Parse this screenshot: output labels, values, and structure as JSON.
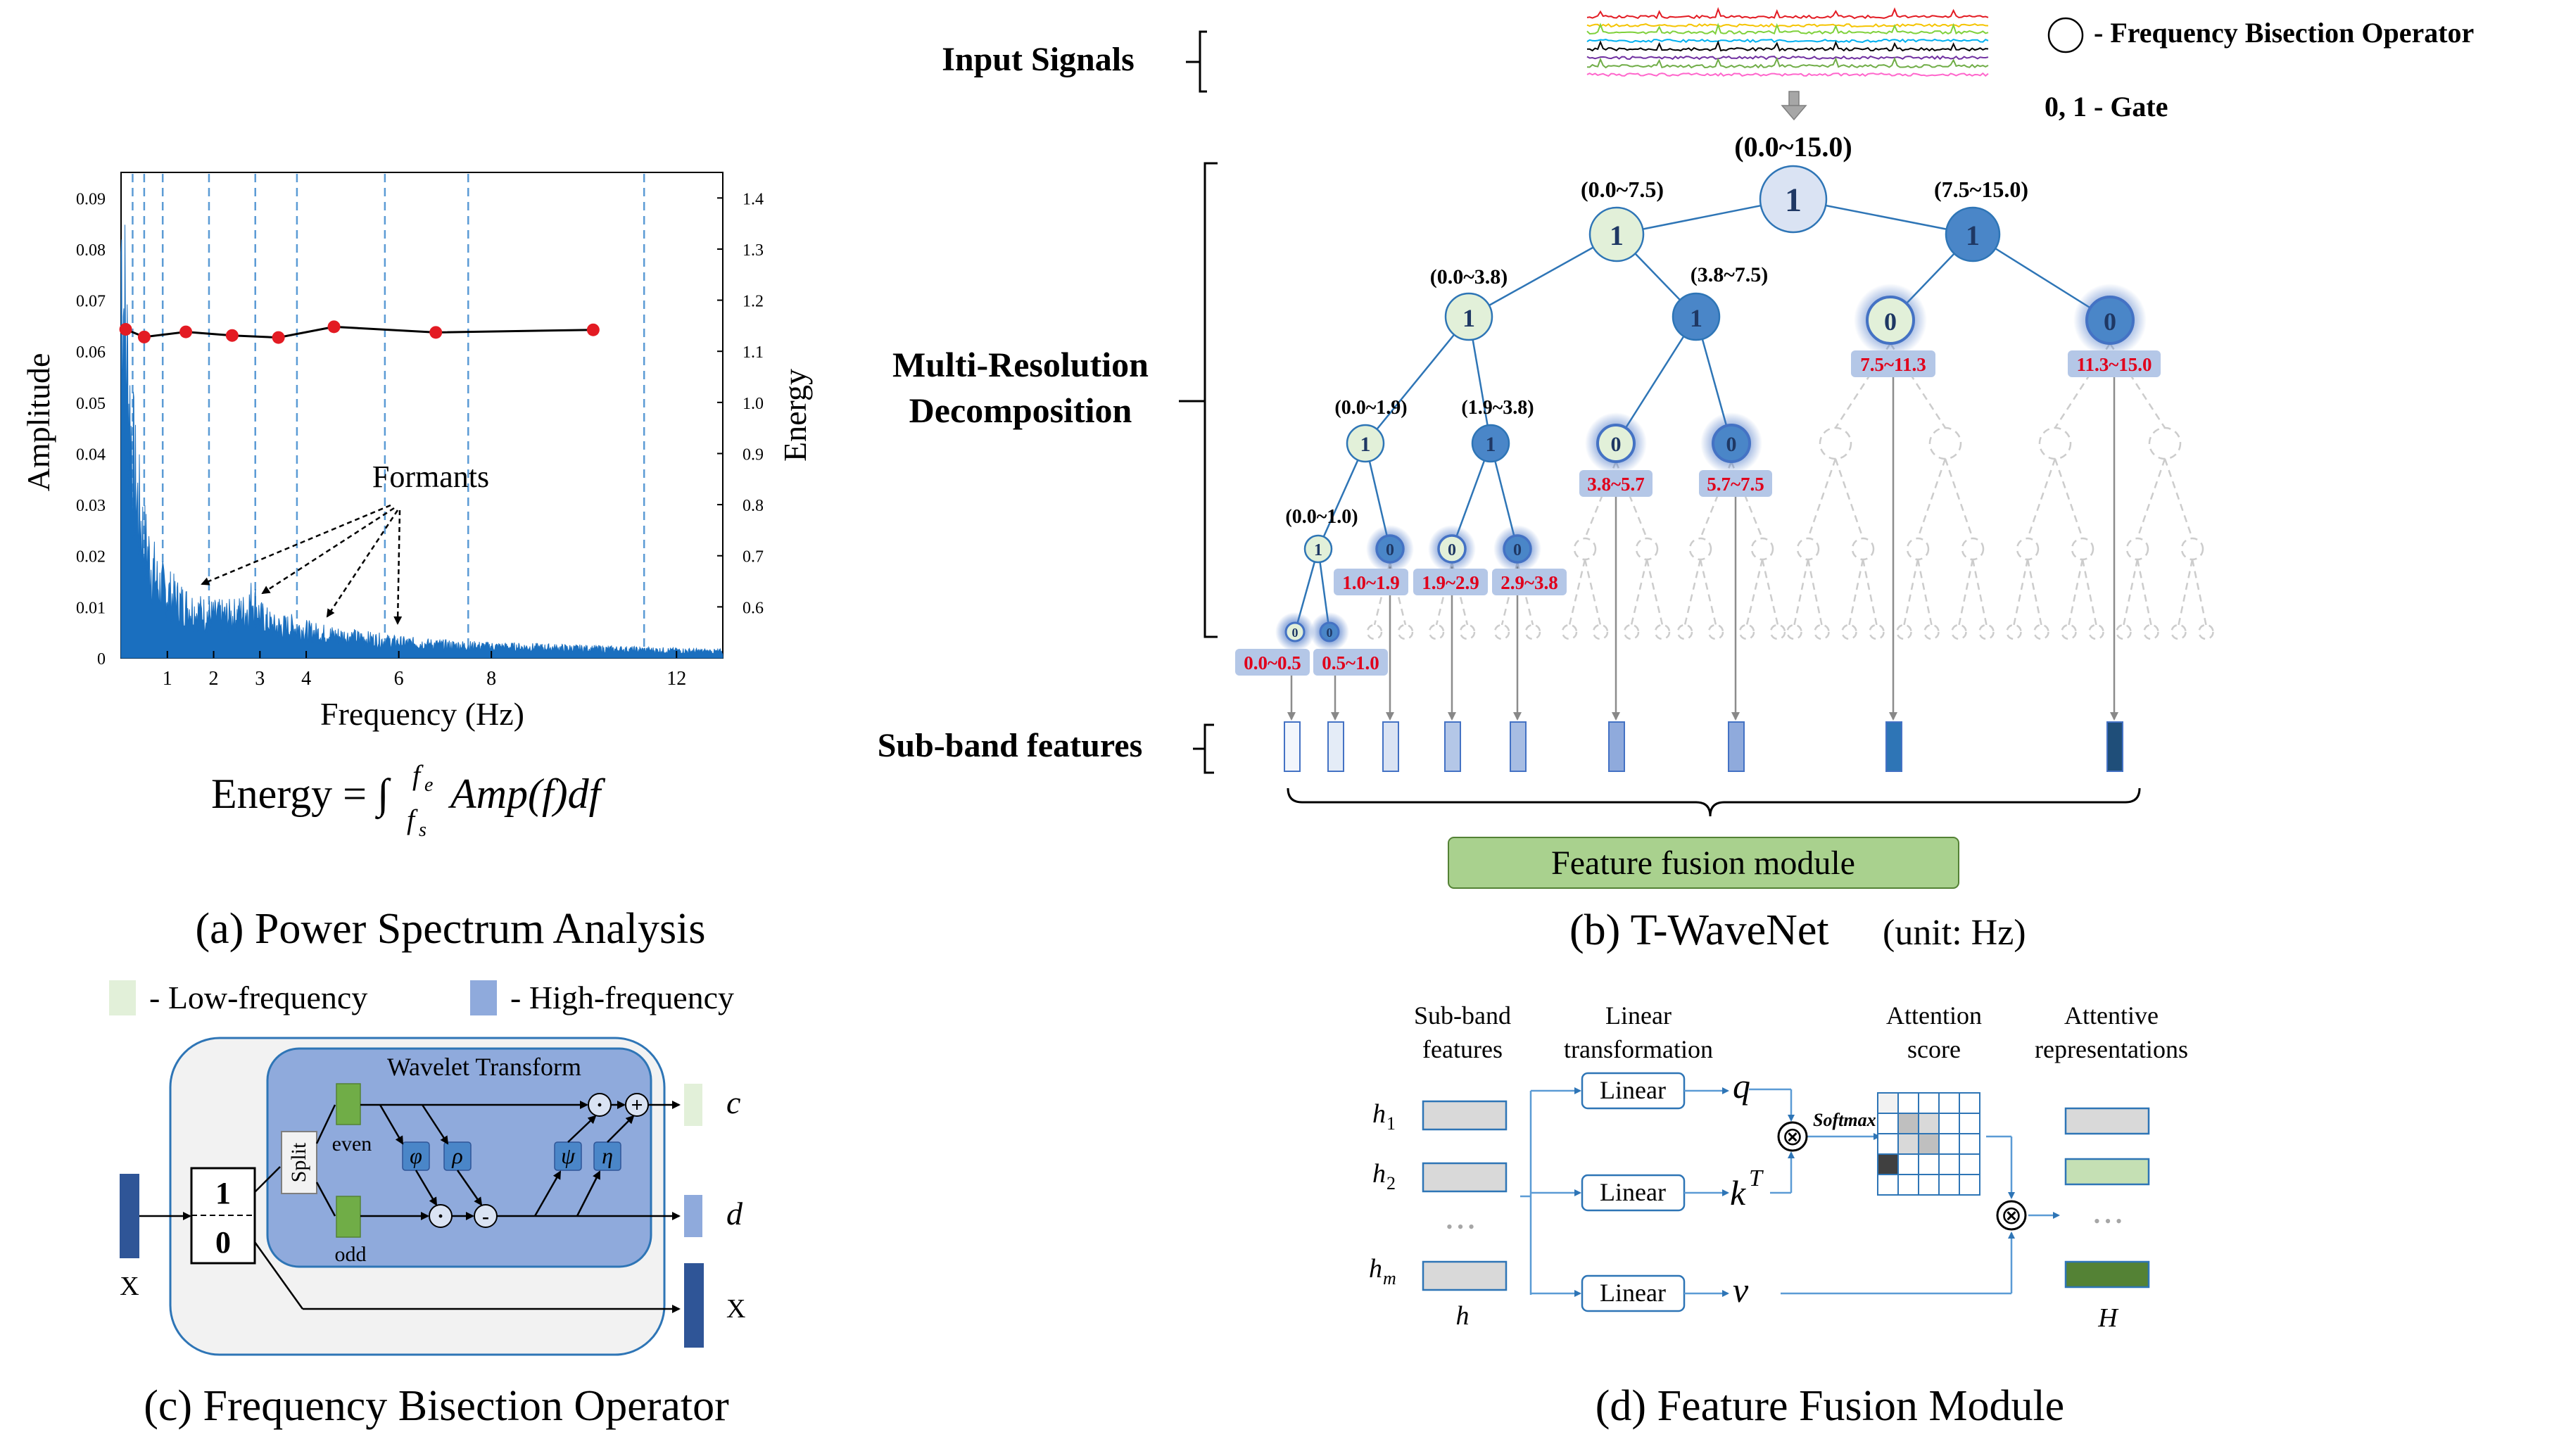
{
  "colors": {
    "spectrum_fill": "#1a6fbf",
    "energy_marker": "#e31b23",
    "low_frequency": "#e2f0d9",
    "high_frequency": "#8faadc",
    "tree_line": "#2e75b6",
    "band_label_bg": "#b4c7e7",
    "band_label_text": "#e0001b",
    "fusion_module": "#a9d18e",
    "wavelet_box": "#8faadc",
    "operator_outer": "#f2f2f2",
    "dark_blue": "#2f5597",
    "light_green": "#c5e0b4",
    "dark_green": "#548235"
  },
  "panel_a": {
    "caption": "(a) Power Spectrum Analysis",
    "formula": "Energy = ∫",
    "formula_upper": "f",
    "formula_upper_sub": "e",
    "formula_lower": "f",
    "formula_lower_sub": "s",
    "formula_integrand": "Amp(f)df",
    "annotation": "Formants",
    "chart_data": {
      "type": "line",
      "xlabel": "Frequency (Hz)",
      "ylabel": "Amplitude",
      "y2label": "Energy",
      "x_ticks": [
        "1",
        "2",
        "3",
        "4",
        "6",
        "8",
        "12"
      ],
      "y_ticks": [
        "0",
        "0.01",
        "0.02",
        "0.03",
        "0.04",
        "0.05",
        "0.06",
        "0.07",
        "0.08",
        "0.09"
      ],
      "y2_ticks": [
        "0.6",
        "0.7",
        "0.8",
        "0.9",
        "1.0",
        "1.1",
        "1.2",
        "1.3",
        "1.4"
      ],
      "xlim": [
        0,
        13
      ],
      "ylim": [
        0,
        0.095
      ],
      "y2lim": [
        0.5,
        1.45
      ],
      "band_edges_hz": [
        0.25,
        0.5,
        0.9,
        1.9,
        2.9,
        3.8,
        5.7,
        7.5,
        11.3
      ],
      "energy_series": {
        "x": [
          0.1,
          0.5,
          1.4,
          2.4,
          3.4,
          4.6,
          6.8,
          10.2
        ],
        "y": [
          1.143,
          1.128,
          1.138,
          1.131,
          1.127,
          1.148,
          1.137,
          1.142
        ]
      },
      "spectrum_envelope": {
        "x": [
          0.0,
          0.1,
          0.2,
          0.3,
          0.5,
          0.8,
          1.2,
          1.6,
          2.0,
          2.4,
          2.7,
          2.85,
          3.0,
          3.3,
          3.7,
          4.1,
          4.5,
          5.0,
          5.5,
          6.0,
          7.0,
          8.0,
          9.0,
          10.0,
          11.0,
          12.0,
          13.0
        ],
        "y": [
          0.08,
          0.06,
          0.045,
          0.033,
          0.022,
          0.014,
          0.011,
          0.009,
          0.008,
          0.008,
          0.009,
          0.0115,
          0.008,
          0.006,
          0.006,
          0.005,
          0.0045,
          0.004,
          0.0035,
          0.003,
          0.0025,
          0.0022,
          0.002,
          0.0018,
          0.0016,
          0.0014,
          0.0012
        ]
      },
      "formant_peaks_hz": [
        1.2,
        2.85,
        4.0,
        5.6
      ]
    }
  },
  "panel_b": {
    "caption_main": "(b)  T-WaveNet",
    "caption_unit": "(unit: Hz)",
    "input_signals_label": "Input Signals",
    "multires_label_line1": "Multi-Resolution",
    "multires_label_line2": "Decomposition",
    "subband_label": "Sub-band features",
    "legend_operator": "- Frequency Bisection Operator",
    "legend_gate": "0, 1 - Gate",
    "fusion_label": "Feature fusion module",
    "nodes": [
      {
        "id": "root",
        "range": "(0.0~15.0)",
        "gate": "1"
      },
      {
        "id": "n_0_7.5",
        "range": "(0.0~7.5)",
        "gate": "1"
      },
      {
        "id": "n_7.5_15",
        "range": "(7.5~15.0)",
        "gate": "1"
      },
      {
        "id": "n_0_3.8",
        "range": "(0.0~3.8)",
        "gate": "1"
      },
      {
        "id": "n_3.8_7.5",
        "range": "(3.8~7.5)",
        "gate": "1"
      },
      {
        "id": "n_7.5_11.3",
        "range": "",
        "gate": "0"
      },
      {
        "id": "n_11.3_15",
        "range": "",
        "gate": "0"
      },
      {
        "id": "n_0_1.9",
        "range": "(0.0~1.9)",
        "gate": "1"
      },
      {
        "id": "n_1.9_3.8",
        "range": "(1.9~3.8)",
        "gate": "1"
      },
      {
        "id": "n_3.8_5.7",
        "range": "",
        "gate": "0"
      },
      {
        "id": "n_5.7_7.5",
        "range": "",
        "gate": "0"
      },
      {
        "id": "n_0_1.0",
        "range": "(0.0~1.0)",
        "gate": "1"
      },
      {
        "id": "n_1.0_1.9",
        "range": "",
        "gate": "0"
      },
      {
        "id": "n_1.9_2.9",
        "range": "",
        "gate": "0"
      },
      {
        "id": "n_2.9_3.8",
        "range": "",
        "gate": "0"
      },
      {
        "id": "n_0_0.5",
        "range": "",
        "gate": "0"
      },
      {
        "id": "n_0.5_1.0",
        "range": "",
        "gate": "0"
      }
    ],
    "band_labels": [
      "0.0~0.5",
      "0.5~1.0",
      "1.0~1.9",
      "1.9~2.9",
      "2.9~3.8",
      "3.8~5.7",
      "5.7~7.5",
      "7.5~11.3",
      "11.3~15.0"
    ]
  },
  "legend_c": {
    "low": "- Low-frequency",
    "high": "- High-frequency"
  },
  "panel_c": {
    "caption": "(c) Frequency Bisection Operator",
    "wavelet_title": "Wavelet Transform",
    "split": "Split",
    "even": "even",
    "odd": "odd",
    "gate_one": "1",
    "gate_zero": "0",
    "phi": "φ",
    "rho": "ρ",
    "psi": "ψ",
    "eta": "η",
    "dot": "·",
    "minus": "-",
    "plus": "+",
    "input_x": "X",
    "output_c": "c",
    "output_d": "d",
    "output_x": "X"
  },
  "panel_d": {
    "caption": "(d)  Feature Fusion Module",
    "col_subband_1": "Sub-band",
    "col_subband_2": "features",
    "col_linear_1": "Linear",
    "col_linear_2": "transformation",
    "col_attention_1": "Attention",
    "col_attention_2": "score",
    "col_attentive_1": "Attentive",
    "col_attentive_2": "representations",
    "h1": "h",
    "h1_sub": "1",
    "h2": "h",
    "h2_sub": "2",
    "hm": "h",
    "hm_sub": "m",
    "h_label": "h",
    "dots": "• • •",
    "linear_q": "Linear",
    "linear_k": "Linear",
    "linear_v": "Linear",
    "q": "q",
    "k": "k",
    "k_sup": "T",
    "v": "v",
    "softmax": "Softmax",
    "otimes": "⊗",
    "H": "H"
  }
}
